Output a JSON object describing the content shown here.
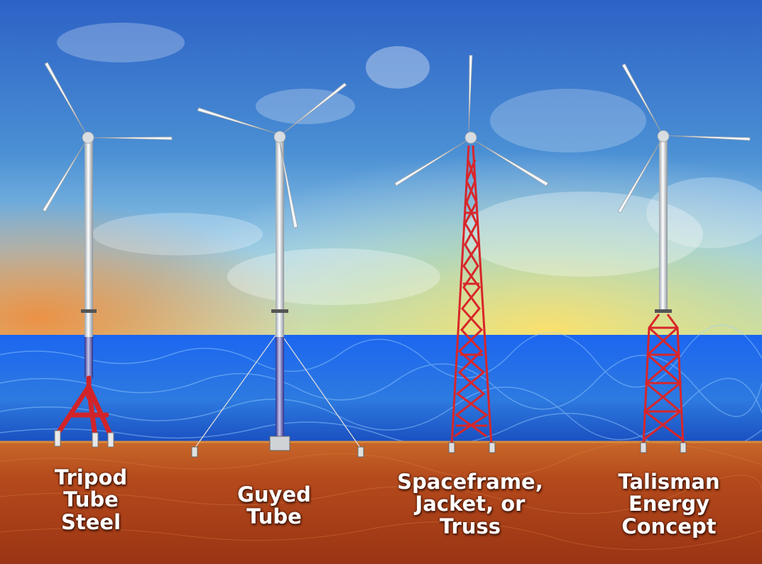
{
  "labels": {
    "tripod": [
      "Tripod",
      "Tube",
      "Steel"
    ],
    "guyed": [
      "Guyed",
      "Tube"
    ],
    "spaceframe": [
      "Spaceframe,",
      "Jacket, or",
      "Truss"
    ],
    "talisman": [
      "Talisman",
      "Energy",
      "Concept"
    ]
  },
  "colors": {
    "sky_top": "#2f66c8",
    "sky_glow": "#f0d070",
    "water": "#1f5fe8",
    "seabed": "#b54a1c",
    "tower": "#e8ecef",
    "lattice": "#d8262a",
    "label_text": "#ffffff"
  }
}
